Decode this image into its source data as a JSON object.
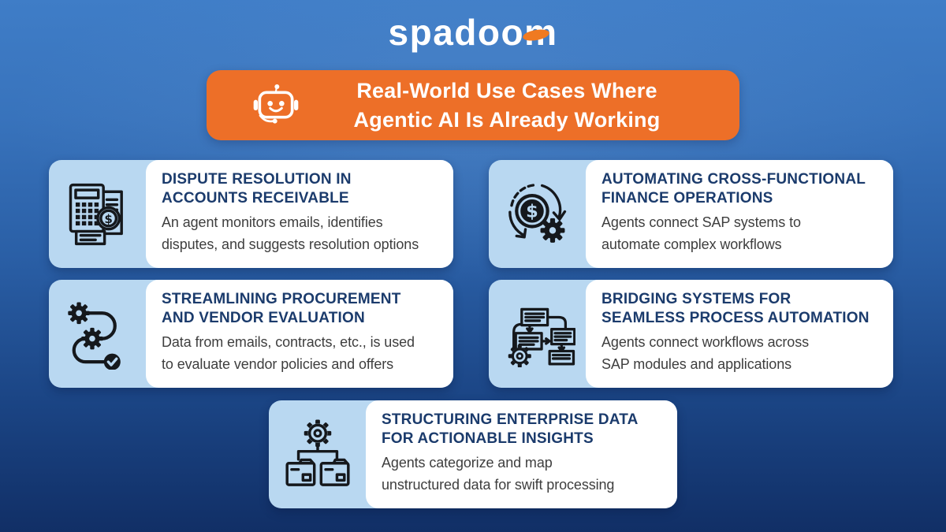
{
  "logo": {
    "text": "spadoom"
  },
  "banner": {
    "icon": "robot-icon",
    "title_line1": "Real-World Use Cases Where",
    "title_line2": "Agentic AI Is Already Working"
  },
  "cards": [
    {
      "icon": "calculator-invoice-icon",
      "title_line1": "DISPUTE RESOLUTION IN",
      "title_line2": "ACCOUNTS RECEIVABLE",
      "body_line1": "An agent monitors emails, identifies",
      "body_line2": "disputes, and suggests resolution options"
    },
    {
      "icon": "finance-cycle-gear-icon",
      "title_line1": "AUTOMATING CROSS-FUNCTIONAL",
      "title_line2": "FINANCE OPERATIONS",
      "body_line1": "Agents connect SAP systems to",
      "body_line2": "automate complex workflows"
    },
    {
      "icon": "process-path-gears-icon",
      "title_line1": "STREAMLINING PROCUREMENT",
      "title_line2": "AND VENDOR EVALUATION",
      "body_line1": "Data from emails, contracts, etc., is used",
      "body_line2": "to evaluate vendor policies and offers"
    },
    {
      "icon": "flowchart-gear-icon",
      "title_line1": "BRIDGING SYSTEMS FOR",
      "title_line2": "SEAMLESS PROCESS AUTOMATION",
      "body_line1": "Agents connect workflows across",
      "body_line2": "SAP modules and applications"
    },
    {
      "icon": "gear-folders-icon",
      "title_line1": "STRUCTURING ENTERPRISE DATA",
      "title_line2": "FOR ACTIONABLE INSIGHTS",
      "body_line1": "Agents categorize and map",
      "body_line2": "unstructured data for swift processing"
    }
  ],
  "colors": {
    "background_top": "#3F7DC7",
    "background_bottom": "#112F66",
    "banner_orange": "#ED6F28",
    "logo_accent_orange": "#F07A21",
    "card_icon_panel_blue": "#B9D8F1",
    "card_white": "#FFFFFF",
    "title_navy": "#1B3B6C",
    "body_gray": "#3E3E3E",
    "icon_line_black": "#15181C"
  }
}
